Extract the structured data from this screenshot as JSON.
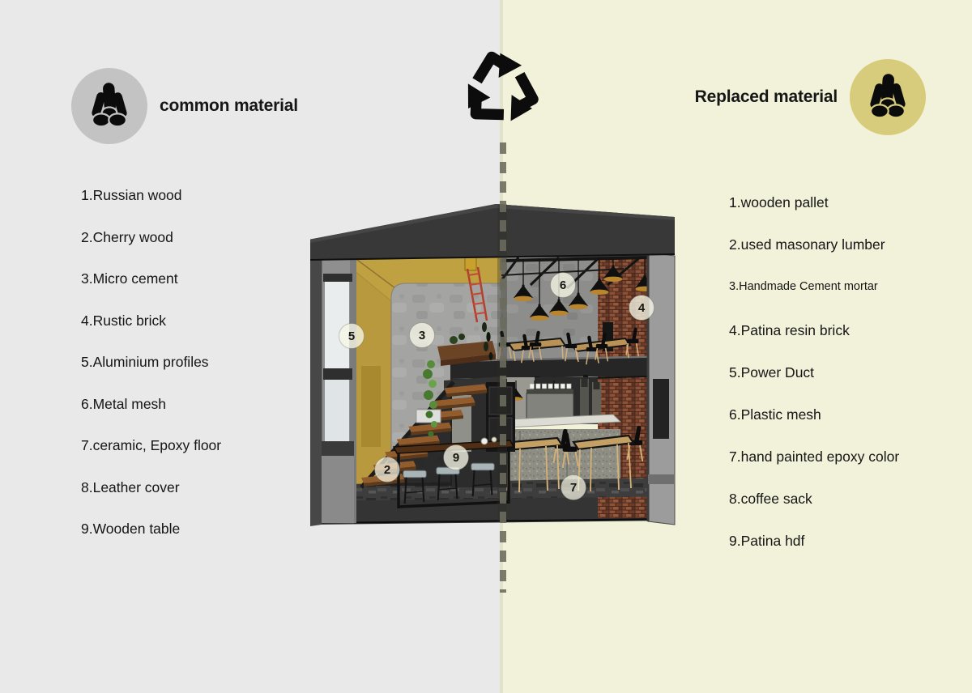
{
  "header": {
    "left": {
      "label": "common material"
    },
    "right": {
      "label": "Replaced material"
    }
  },
  "left_panel": {
    "items": [
      "1.Russian wood",
      "2.Cherry wood",
      "3.Micro cement",
      "4.Rustic brick",
      "5.Aluminium profiles",
      "6.Metal mesh",
      "7.ceramic, Epoxy floor",
      "8.Leather cover",
      "9.Wooden table"
    ]
  },
  "right_panel": {
    "items": [
      "1.wooden pallet",
      "2.used masonary lumber",
      "3.Handmade Cement mortar",
      "4.Patina resin brick",
      "5.Power Duct",
      "6.Plastic mesh",
      "7.hand painted epoxy color",
      "8.coffee sack",
      "9.Patina hdf"
    ]
  },
  "building": {
    "badges": [
      {
        "n": "5"
      },
      {
        "n": "3"
      },
      {
        "n": "6"
      },
      {
        "n": "4"
      },
      {
        "n": "2"
      },
      {
        "n": "9"
      },
      {
        "n": "7"
      }
    ]
  },
  "colors": {
    "left_bg": "#e9e9e9",
    "right_bg": "#f2f2db",
    "divider": "#6b6b5d",
    "left_icon_circle": "#c3c3c3",
    "right_icon_circle": "#d7cb7c",
    "icon_ink": "#0b0b0b",
    "text": "#1a1a1a",
    "roof": "#383838",
    "yellow_wall": "#c0a142",
    "brick": "#7c4630"
  }
}
